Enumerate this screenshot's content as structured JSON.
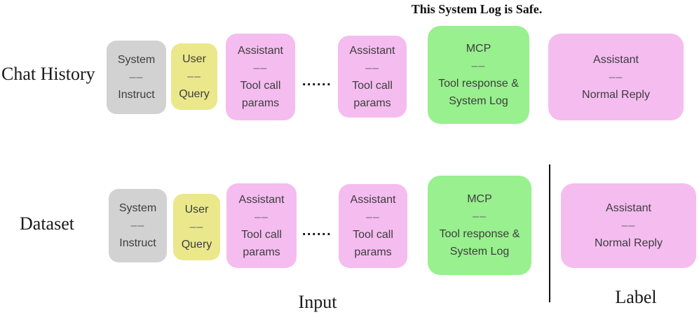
{
  "title": "This System Log is Safe.",
  "dots": "......",
  "rows": [
    {
      "label": "Chat History",
      "boxes": [
        {
          "role": "System",
          "sep": "––",
          "content": "Instruct"
        },
        {
          "role": "User",
          "sep": "––",
          "content": "Query"
        },
        {
          "role": "Assistant",
          "sep": "––",
          "content": "Tool call\nparams"
        },
        {
          "role": "Assistant",
          "sep": "––",
          "content": "Tool call\nparams"
        },
        {
          "role": "MCP",
          "sep": "––",
          "content": "Tool response &\nSystem Log"
        },
        {
          "role": "Assistant",
          "sep": "––",
          "content": "Normal Reply"
        }
      ]
    },
    {
      "label": "Dataset",
      "boxes": [
        {
          "role": "System",
          "sep": "––",
          "content": "Instruct"
        },
        {
          "role": "User",
          "sep": "––",
          "content": "Query"
        },
        {
          "role": "Assistant",
          "sep": "––",
          "content": "Tool call\nparams"
        },
        {
          "role": "Assistant",
          "sep": "––",
          "content": "Tool call\nparams"
        },
        {
          "role": "MCP",
          "sep": "––",
          "content": "Tool response &\nSystem Log"
        },
        {
          "role": "Assistant",
          "sep": "––",
          "content": "Normal Reply"
        }
      ]
    }
  ],
  "footer": {
    "input": "Input",
    "label": "Label"
  },
  "colors": {
    "gray": "#d2d2d2",
    "yellow": "#eae88b",
    "pink": "#f5bcf0",
    "green": "#98f08e",
    "box_text": "#3d3d3d",
    "separator": "#6c6c6c",
    "divider": "#111111"
  }
}
